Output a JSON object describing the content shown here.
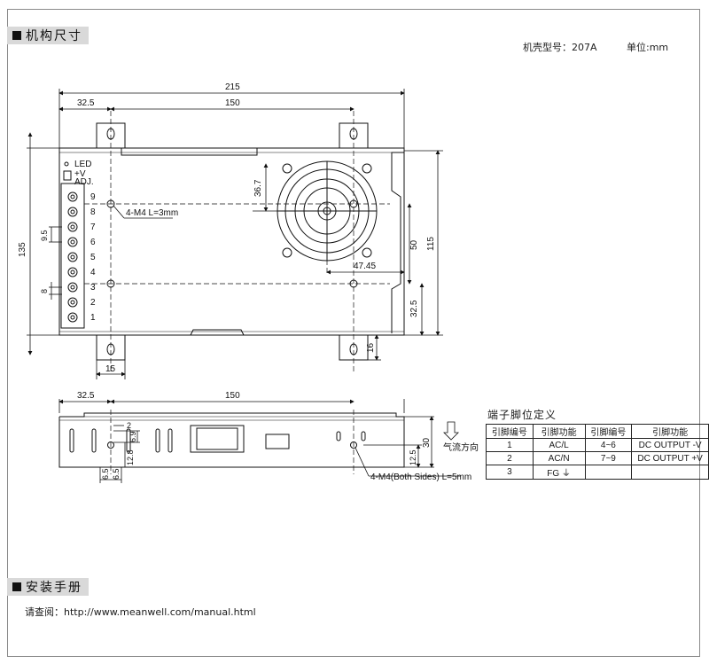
{
  "sections": {
    "dimensions_title": "机构尺寸",
    "install_title": "安装手册"
  },
  "header": {
    "case_label": "机壳型号：207A",
    "unit_label": "单位:mm"
  },
  "dims": {
    "overall_width": "215",
    "left_offset_top": "32.5",
    "hole_spacing_top": "150",
    "overall_height": "135",
    "fan_offset": "36.7",
    "fan_hole": "50",
    "fan_center": "47.45",
    "height_115": "115",
    "bottom_offset": "32.5",
    "bracket_width": "15",
    "bracket_height": "16",
    "pin_pitch": "9.5",
    "pin_gap": "8",
    "mount_label": "4-M4 L=3mm",
    "side_left_offset": "32.5",
    "side_hole_spacing": "150",
    "side_dim_2": "2",
    "side_dim_69": "6.9",
    "side_dim_128": "12.8",
    "side_dim_65a": "6.5",
    "side_dim_65b": "6.5",
    "side_dim_125": "12.5",
    "side_height": "30",
    "side_mount_label": "4-M4(Both Sides) L=5mm",
    "airflow_label": "气流方向"
  },
  "terminal": {
    "led": "LED",
    "plus_v": "+V",
    "adj": "ADJ.",
    "pins": [
      "9",
      "8",
      "7",
      "6",
      "5",
      "4",
      "3",
      "2",
      "1"
    ]
  },
  "pin_table": {
    "title": "端子脚位定义",
    "headers": [
      "引脚编号",
      "引脚功能",
      "引脚编号",
      "引脚功能"
    ],
    "rows": [
      [
        "1",
        "AC/L",
        "4~6",
        "DC OUTPUT -V"
      ],
      [
        "2",
        "AC/N",
        "7~9",
        "DC OUTPUT +V"
      ],
      [
        "3",
        "FG ⏚",
        "",
        ""
      ]
    ]
  },
  "install": {
    "text": "请查阅：http://www.meanwell.com/manual.html"
  }
}
